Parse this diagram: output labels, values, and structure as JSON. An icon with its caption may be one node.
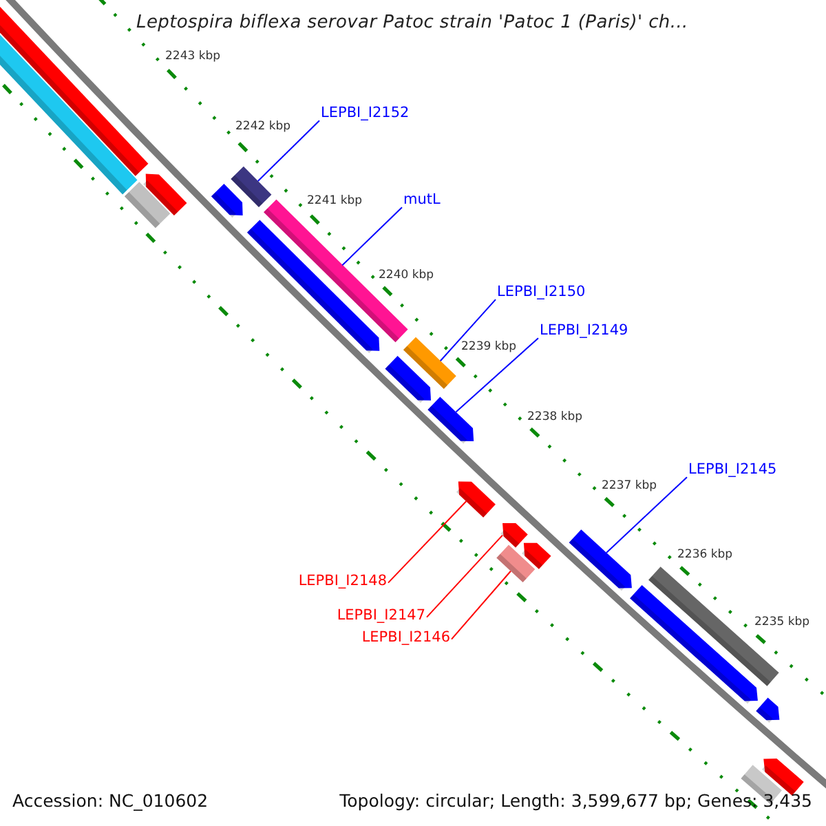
{
  "diagram": {
    "title": "Leptospira biflexa serovar Patoc strain 'Patoc 1 (Paris)' ch...",
    "nodes": [
      {
        "text": [
          "LEPBI_I2152"
        ]
      },
      {
        "text": [
          "mutL"
        ]
      },
      {
        "text": [
          "LEPBI_I2150"
        ]
      },
      {
        "text": [
          "LEPBI_I2149"
        ]
      },
      {
        "text": [
          "LEPBI_I2145"
        ]
      },
      {
        "text": [
          "LEPBI_I2148"
        ]
      },
      {
        "text": [
          "LEPBI_I2147"
        ]
      },
      {
        "text": [
          "LEPBI_I2146"
        ]
      },
      {
        "text": [],
        "shape": "bar"
      },
      {
        "text": [],
        "shape": "bar"
      },
      {
        "text": [],
        "shape": "pentagon"
      },
      {
        "text": [],
        "shape": "bar"
      },
      {
        "text": [],
        "shape": "pentagon"
      },
      {
        "text": [],
        "shape": "bar"
      },
      {
        "text": [],
        "shape": "bar"
      },
      {
        "text": [],
        "shape": "pentagon"
      },
      {
        "text": [],
        "shape": "bar"
      },
      {
        "text": [],
        "shape": "pentagon"
      },
      {
        "text": [],
        "shape": "pentagon"
      },
      {
        "text": [],
        "shape": "pentagon"
      },
      {
        "text": [],
        "shape": "pentagon"
      },
      {
        "text": [],
        "shape": "bar"
      },
      {
        "text": [],
        "shape": "pentagon"
      },
      {
        "text": [],
        "shape": "pentagon"
      },
      {
        "text": [],
        "shape": "pentagon"
      },
      {
        "text": [],
        "shape": "bar"
      },
      {
        "text": [],
        "shape": "pentagon"
      },
      {
        "text": [],
        "shape": "bar"
      },
      {
        "text": [],
        "shape": "pentagon"
      }
    ],
    "edges": [
      {
        "from": 0,
        "to": 13,
        "arrow": "none"
      },
      {
        "from": 1,
        "to": 14,
        "arrow": "none"
      },
      {
        "from": 2,
        "to": 16,
        "arrow": "none"
      },
      {
        "from": 3,
        "to": 18,
        "arrow": "none"
      },
      {
        "from": 4,
        "to": 23,
        "arrow": "none"
      },
      {
        "from": 5,
        "to": 19,
        "arrow": "none",
        "color": "#ff0000"
      },
      {
        "from": 6,
        "to": 20,
        "arrow": "none",
        "color": "#ff0000"
      },
      {
        "from": 7,
        "to": 21,
        "arrow": "none",
        "color": "#ff0000"
      }
    ],
    "labels": [
      "2243 kbp",
      "2242 kbp",
      "2241 kbp",
      "2240 kbp",
      "2239 kbp",
      "2238 kbp",
      "2237 kbp",
      "2236 kbp",
      "2235 kbp",
      "Accession: NC_010602",
      "Topology: circular; Length: 3,599,677 bp; Genes: 3,435"
    ]
  }
}
